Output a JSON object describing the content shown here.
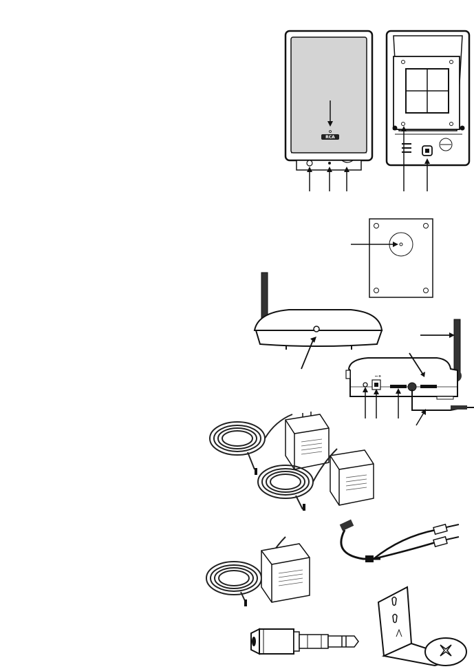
{
  "document": {
    "type": "product-parts-illustration",
    "speaker_front": {
      "brand_logo": "RCA"
    },
    "colors": {
      "ink": "#111111",
      "speaker_panel": "#d4d4d4",
      "paper": "#ffffff"
    },
    "figures": [
      "speaker-front-view",
      "speaker-back-view",
      "speaker-bottom-pad",
      "transmitter-front-view",
      "transmitter-back-view",
      "ac-adapter-pair",
      "ac-adapter-single",
      "rca-y-cable",
      "headphone-jack-adapter",
      "wall-mount-bracket"
    ]
  }
}
